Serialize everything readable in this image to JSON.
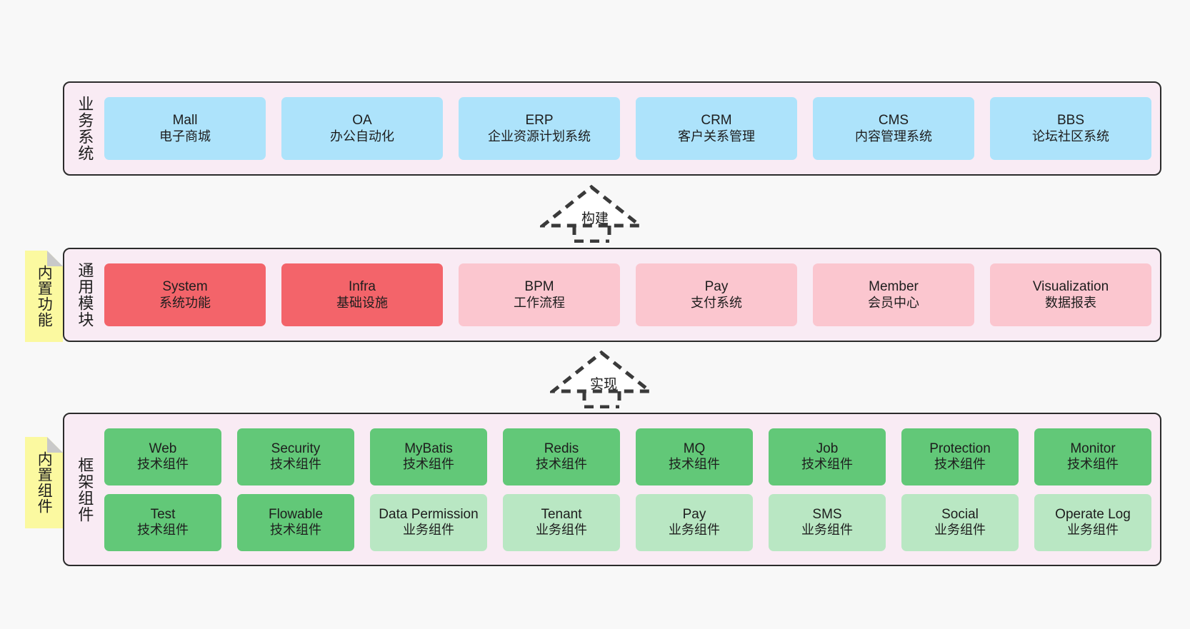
{
  "diagram": {
    "background": "#f8f8f8",
    "colors": {
      "layer_bg": "#f9ebf4",
      "layer_border": "#2b2b2b",
      "note_bg": "#fbf9a0",
      "blue": "#ade3fb",
      "red": "#f3646a",
      "pink": "#fbc6cf",
      "green": "#62c878",
      "light_green": "#b9e7c3"
    }
  },
  "notes": [
    {
      "label": "内置功能"
    },
    {
      "label": "内置组件"
    }
  ],
  "arrows": [
    {
      "label": "构建"
    },
    {
      "label": "实现"
    }
  ],
  "layers": [
    {
      "title": "业务系统",
      "rows": [
        {
          "cells": [
            {
              "en": "Mall",
              "cn": "电子商城",
              "color": "blue"
            },
            {
              "en": "OA",
              "cn": "办公自动化",
              "color": "blue"
            },
            {
              "en": "ERP",
              "cn": "企业资源计划系统",
              "color": "blue"
            },
            {
              "en": "CRM",
              "cn": "客户关系管理",
              "color": "blue"
            },
            {
              "en": "CMS",
              "cn": "内容管理系统",
              "color": "blue"
            },
            {
              "en": "BBS",
              "cn": "论坛社区系统",
              "color": "blue"
            }
          ]
        }
      ]
    },
    {
      "title": "通用模块",
      "rows": [
        {
          "cells": [
            {
              "en": "System",
              "cn": "系统功能",
              "color": "red"
            },
            {
              "en": "Infra",
              "cn": "基础设施",
              "color": "red"
            },
            {
              "en": "BPM",
              "cn": "工作流程",
              "color": "pink"
            },
            {
              "en": "Pay",
              "cn": "支付系统",
              "color": "pink"
            },
            {
              "en": "Member",
              "cn": "会员中心",
              "color": "pink"
            },
            {
              "en": "Visualization",
              "cn": "数据报表",
              "color": "pink"
            }
          ]
        }
      ]
    },
    {
      "title": "框架组件",
      "rows": [
        {
          "cells": [
            {
              "en": "Web",
              "cn": "技术组件",
              "color": "green"
            },
            {
              "en": "Security",
              "cn": "技术组件",
              "color": "green"
            },
            {
              "en": "MyBatis",
              "cn": "技术组件",
              "color": "green"
            },
            {
              "en": "Redis",
              "cn": "技术组件",
              "color": "green"
            },
            {
              "en": "MQ",
              "cn": "技术组件",
              "color": "green"
            },
            {
              "en": "Job",
              "cn": "技术组件",
              "color": "green"
            },
            {
              "en": "Protection",
              "cn": "技术组件",
              "color": "green"
            },
            {
              "en": "Monitor",
              "cn": "技术组件",
              "color": "green"
            }
          ]
        },
        {
          "cells": [
            {
              "en": "Test",
              "cn": "技术组件",
              "color": "green"
            },
            {
              "en": "Flowable",
              "cn": "技术组件",
              "color": "green"
            },
            {
              "en": "Data Permission",
              "cn": "业务组件",
              "color": "light_green"
            },
            {
              "en": "Tenant",
              "cn": "业务组件",
              "color": "light_green"
            },
            {
              "en": "Pay",
              "cn": "业务组件",
              "color": "light_green"
            },
            {
              "en": "SMS",
              "cn": "业务组件",
              "color": "light_green"
            },
            {
              "en": "Social",
              "cn": "业务组件",
              "color": "light_green"
            },
            {
              "en": "Operate Log",
              "cn": "业务组件",
              "color": "light_green"
            }
          ]
        }
      ]
    }
  ]
}
